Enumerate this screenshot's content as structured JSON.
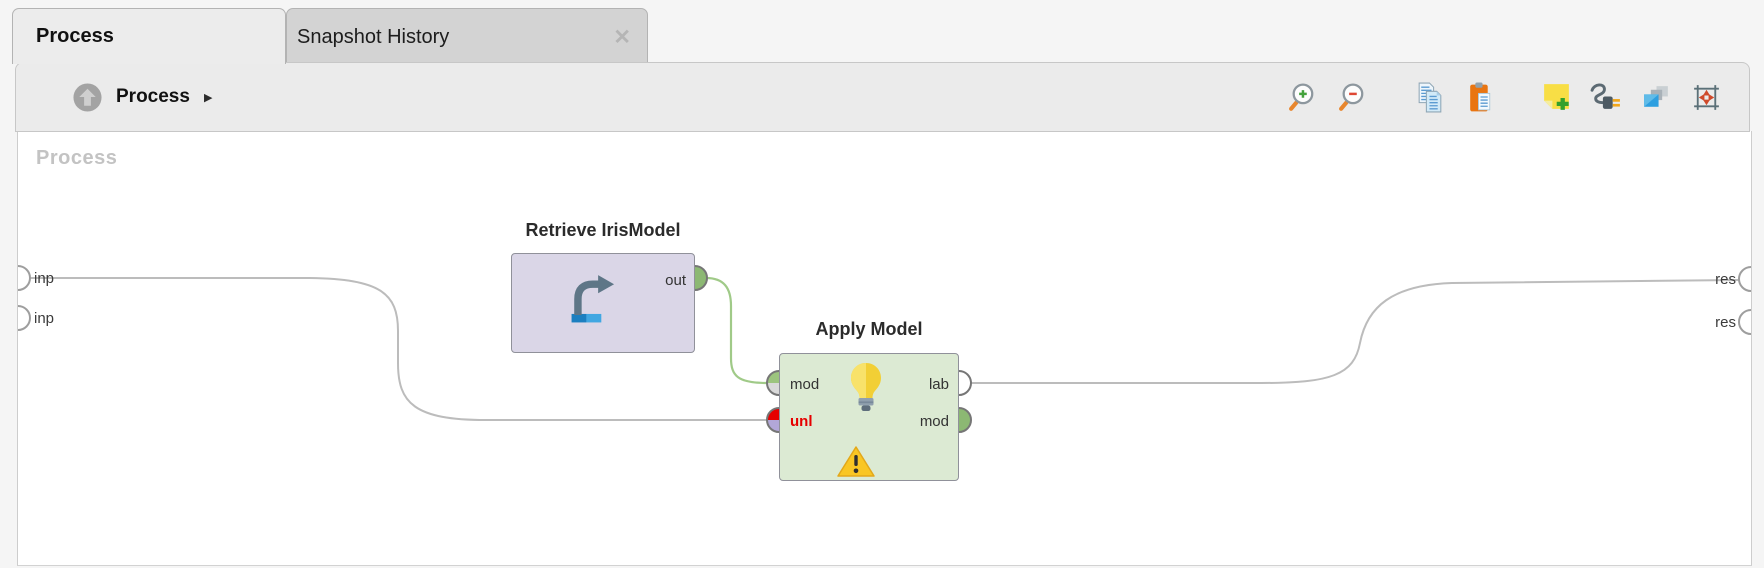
{
  "tabs": [
    {
      "label": "Process",
      "active": true
    },
    {
      "label": "Snapshot History",
      "active": false,
      "close_glyph": "✕"
    }
  ],
  "toolbar": {
    "breadcrumb": {
      "up_icon": "up-arrow-circle",
      "title": "Process",
      "arrow_glyph": "▶"
    },
    "icons": [
      {
        "name": "zoom-in"
      },
      {
        "name": "zoom-out"
      },
      {
        "name": "copy"
      },
      {
        "name": "paste"
      },
      {
        "name": "add-note"
      },
      {
        "name": "auto-wire"
      },
      {
        "name": "bring-to-front"
      },
      {
        "name": "fit-view"
      }
    ]
  },
  "canvas": {
    "watermark": "Process",
    "input_ports": [
      {
        "label": "inp"
      },
      {
        "label": "inp"
      }
    ],
    "result_ports": [
      {
        "label": "res"
      },
      {
        "label": "res"
      }
    ],
    "operators": [
      {
        "title": "Retrieve IrisModel",
        "icon": "retrieve-arrow",
        "output_ports": [
          {
            "label": "out",
            "connected": true
          }
        ]
      },
      {
        "title": "Apply Model",
        "icon": "light-bulb",
        "input_ports": [
          {
            "label": "mod",
            "connected": true
          },
          {
            "label": "unl",
            "connected": true,
            "error": true
          }
        ],
        "output_ports": [
          {
            "label": "lab",
            "connected": true
          },
          {
            "label": "mod",
            "connected": false
          }
        ],
        "warning": true
      }
    ]
  },
  "colors": {
    "wire_gray": "#bcbcbc",
    "wire_green": "#a0ca88",
    "port_green": "#8cb873",
    "unl_red": "#e60000",
    "unl_lavender": "#b2a7d8",
    "retrieve_fill": "#dad6e7",
    "apply_fill": "#dcead3",
    "warning_yellow": "#f9c623"
  }
}
